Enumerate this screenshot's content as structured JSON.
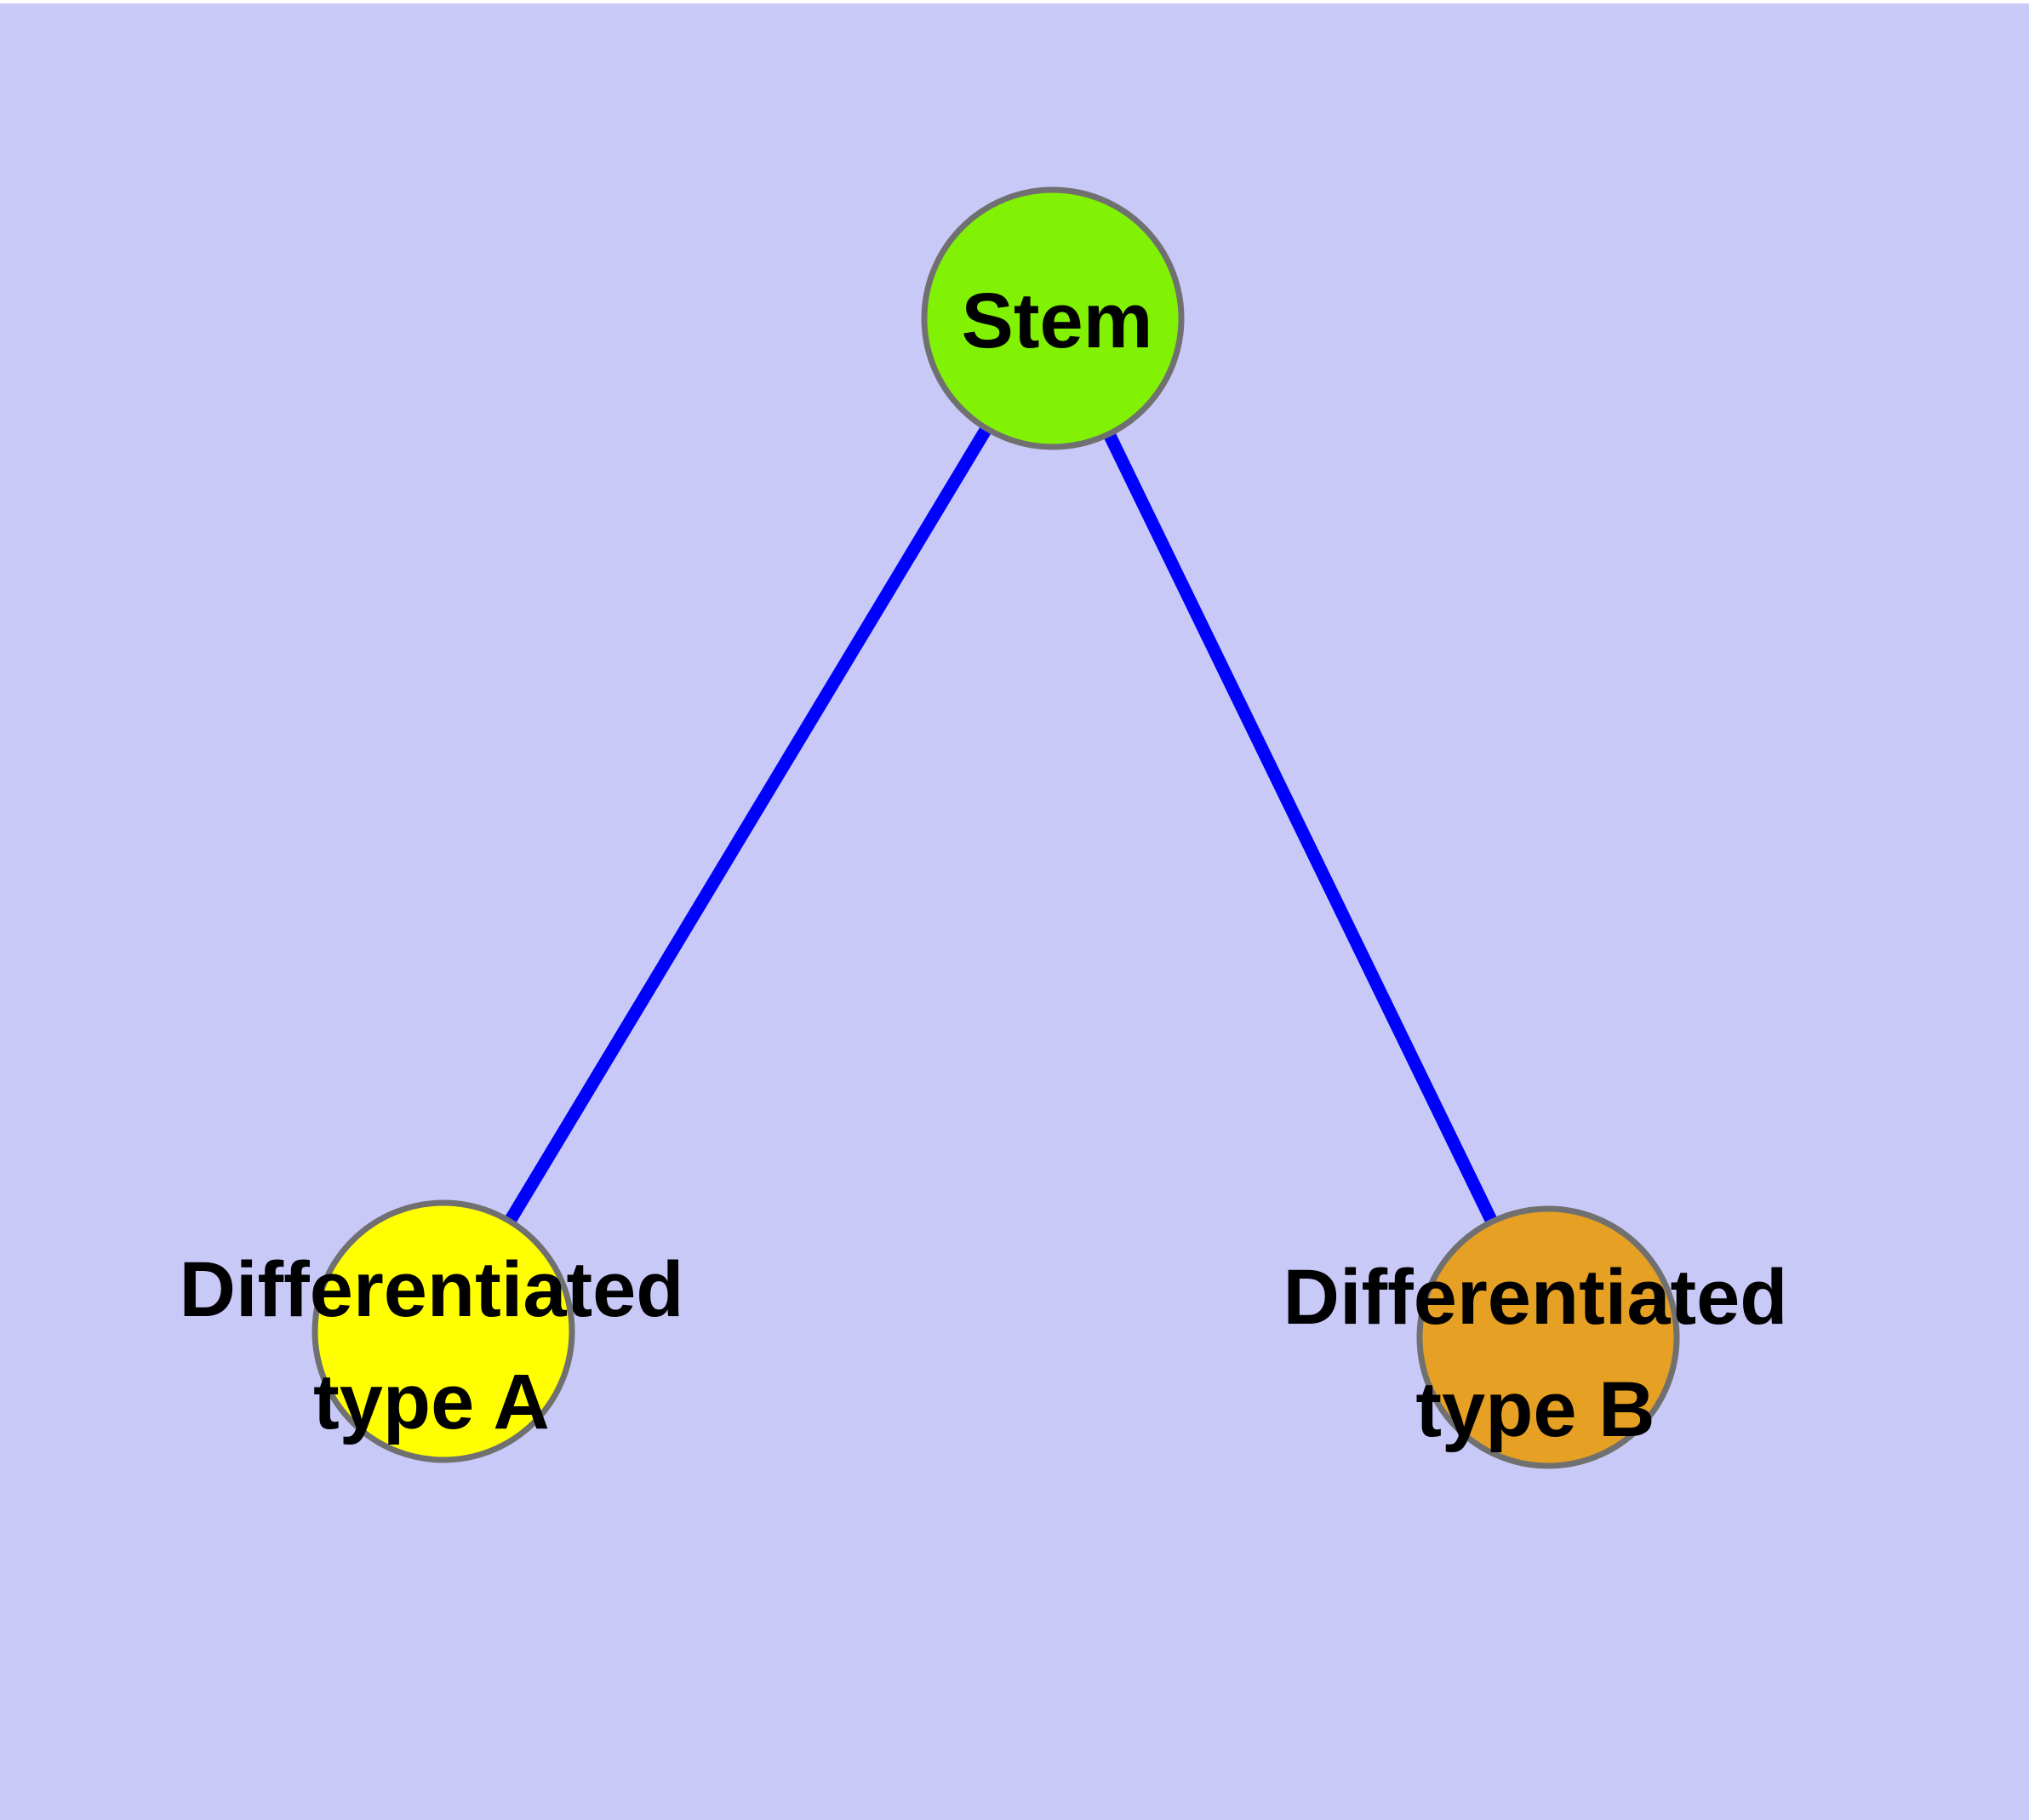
{
  "colors": {
    "background": "#C9C9F8",
    "top_strip": "#FFFFFF",
    "edge": "#0000FF",
    "node_border": "#707070",
    "label_text": "#000000",
    "stem_fill": "#82F205",
    "type_a_fill": "#FFFF00",
    "type_b_fill": "#E6A023"
  },
  "diagram": {
    "nodes": {
      "stem": {
        "label": "Stem"
      },
      "type_a": {
        "label_line1": "Differentiated",
        "label_line2": "type A"
      },
      "type_b": {
        "label_line1": "Differentiated",
        "label_line2": "type B"
      }
    },
    "edges": [
      {
        "from": "Stem",
        "to": "Differentiated type A"
      },
      {
        "from": "Stem",
        "to": "Differentiated type B"
      }
    ]
  }
}
